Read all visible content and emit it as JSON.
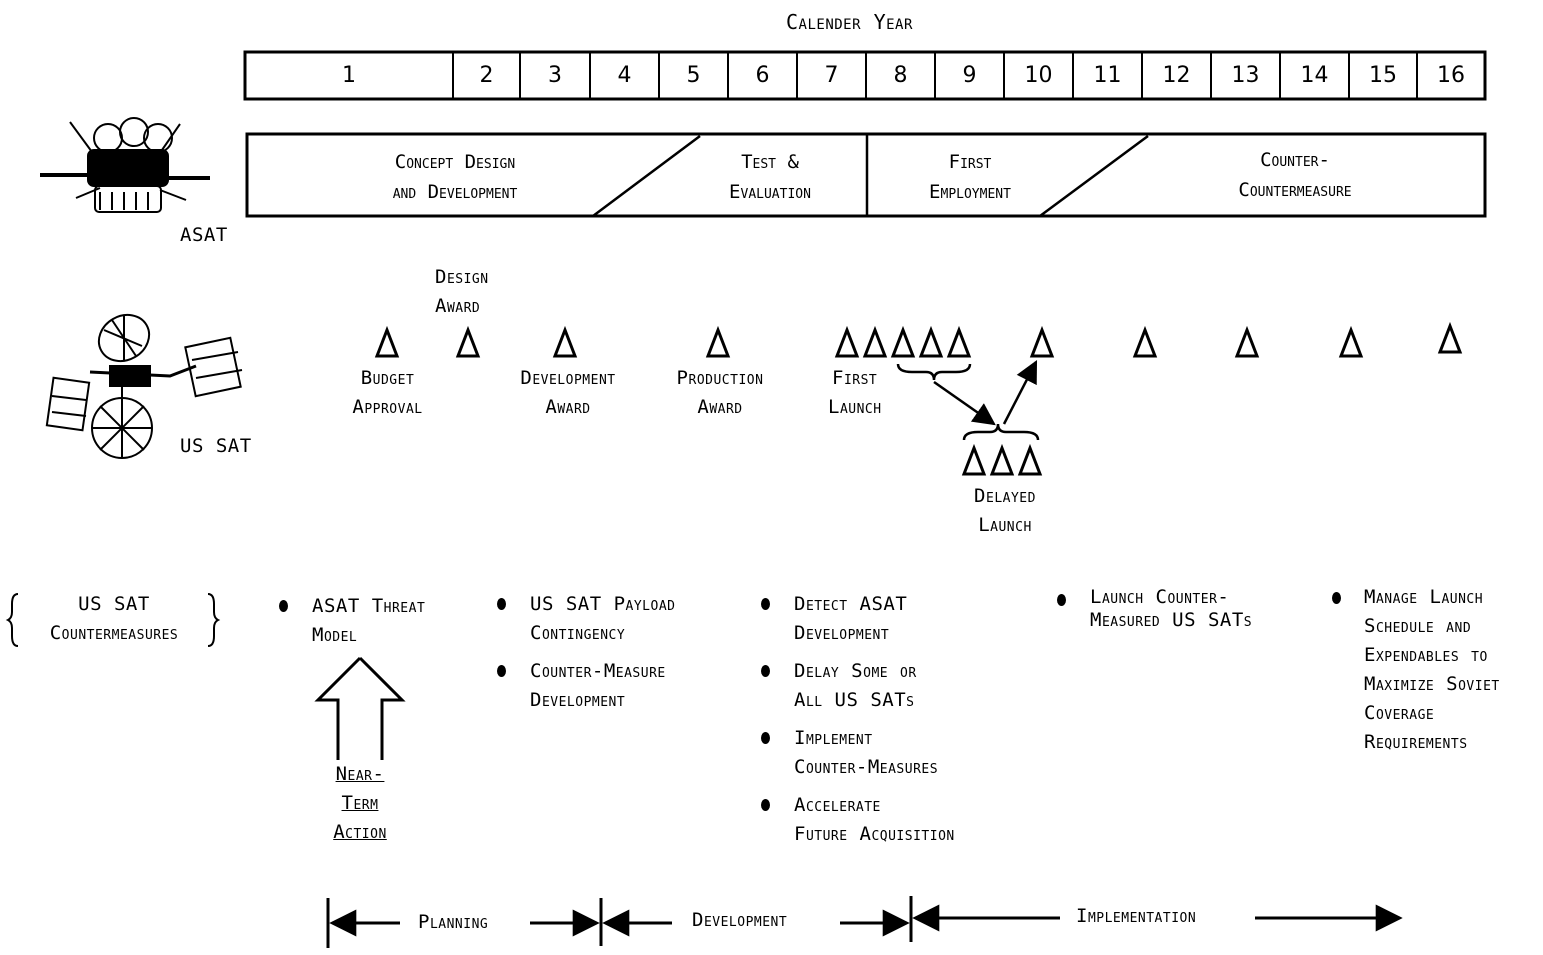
{
  "header": {
    "title": "Calender Year"
  },
  "years": [
    "1",
    "2",
    "3",
    "4",
    "5",
    "6",
    "7",
    "8",
    "9",
    "10",
    "11",
    "12",
    "13",
    "14",
    "15",
    "16"
  ],
  "phases": [
    {
      "line1": "Concept Design",
      "line2": "and Development"
    },
    {
      "line1": "Test &",
      "line2": "Evaluation"
    },
    {
      "line1": "First",
      "line2": "Employment"
    },
    {
      "line1": "Counter-",
      "line2": "Countermeasure"
    }
  ],
  "actors": {
    "asat": "ASAT",
    "ussat": "US SAT"
  },
  "milestones": {
    "design_award": {
      "line1": "Design",
      "line2": "Award"
    },
    "budget_approval": {
      "line1": "Budget",
      "line2": "Approval"
    },
    "development_award": {
      "line1": "Development",
      "line2": "Award"
    },
    "production_award": {
      "line1": "Production",
      "line2": "Award"
    },
    "first_launch": {
      "line1": "First",
      "line2": "Launch"
    },
    "delayed_launch": {
      "line1": "Delayed",
      "line2": "Launch"
    }
  },
  "countermeasures": {
    "label_line1": "US SAT",
    "label_line2": "Countermeasures",
    "col1": [
      {
        "line1": "ASAT Threat",
        "line2": "Model"
      }
    ],
    "col2": [
      {
        "line1": "US SAT Payload",
        "line2": "Contingency"
      },
      {
        "line1": "Counter-Measure",
        "line2": "Development"
      }
    ],
    "col3": [
      {
        "line1": "Detect ASAT",
        "line2": "Development"
      },
      {
        "line1": "Delay Some or",
        "line2": "All US SATs"
      },
      {
        "line1": "Implement",
        "line2": "Counter-Measures"
      },
      {
        "line1": "Accelerate",
        "line2": "Future Acquisition"
      }
    ],
    "col4": [
      {
        "line1": "Launch Counter-",
        "line2": "Measured US SATs"
      }
    ],
    "col5": [
      {
        "lines": [
          "Manage Launch",
          "Schedule and",
          "Expendables to",
          "Maximize Soviet",
          "Coverage",
          "Requirements"
        ]
      }
    ]
  },
  "near_term": {
    "line1": "Near-",
    "line2": "Term",
    "line3": "Action"
  },
  "stages": {
    "planning": "Planning",
    "development": "Development",
    "implementation": "Implementation"
  }
}
